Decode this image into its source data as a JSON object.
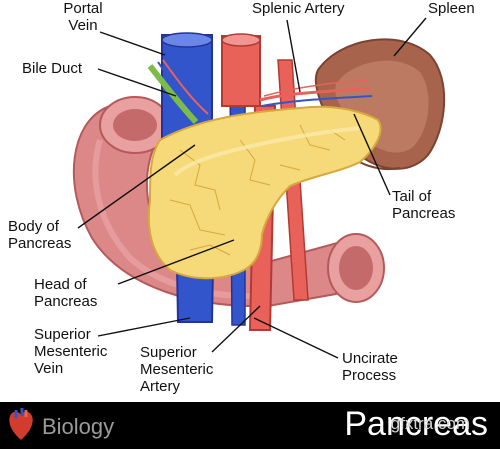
{
  "colors": {
    "pancreas": "#f6d978",
    "vein": "#3355cc",
    "artery": "#e8625a",
    "duodenum": "#dc8888",
    "spleen": "#a8634d",
    "bile_duct": "#7cbc4a"
  },
  "labels": {
    "portal_vein": [
      "Portal",
      "Vein"
    ],
    "bile_duct": [
      "Bile Duct"
    ],
    "splenic_artery": [
      "Splenic Artery"
    ],
    "spleen": [
      "Spleen"
    ],
    "body_of_pancreas": [
      "Body of",
      "Pancreas"
    ],
    "tail_of_pancreas": [
      "Tail of",
      "Pancreas"
    ],
    "head_of_pancreas": [
      "Head of",
      "Pancreas"
    ],
    "superior_mesenteric_vein": [
      "Superior",
      "Mesenteric",
      "Vein"
    ],
    "superior_mesenteric_artery": [
      "Superior",
      "Mesenteric",
      "Artery"
    ],
    "uncinate_process": [
      "Uncirate",
      "Process"
    ]
  },
  "footer": {
    "icon": "heart-icon",
    "category": "Biology",
    "title": "Pancreas",
    "watermark": "gfxtra.com"
  }
}
